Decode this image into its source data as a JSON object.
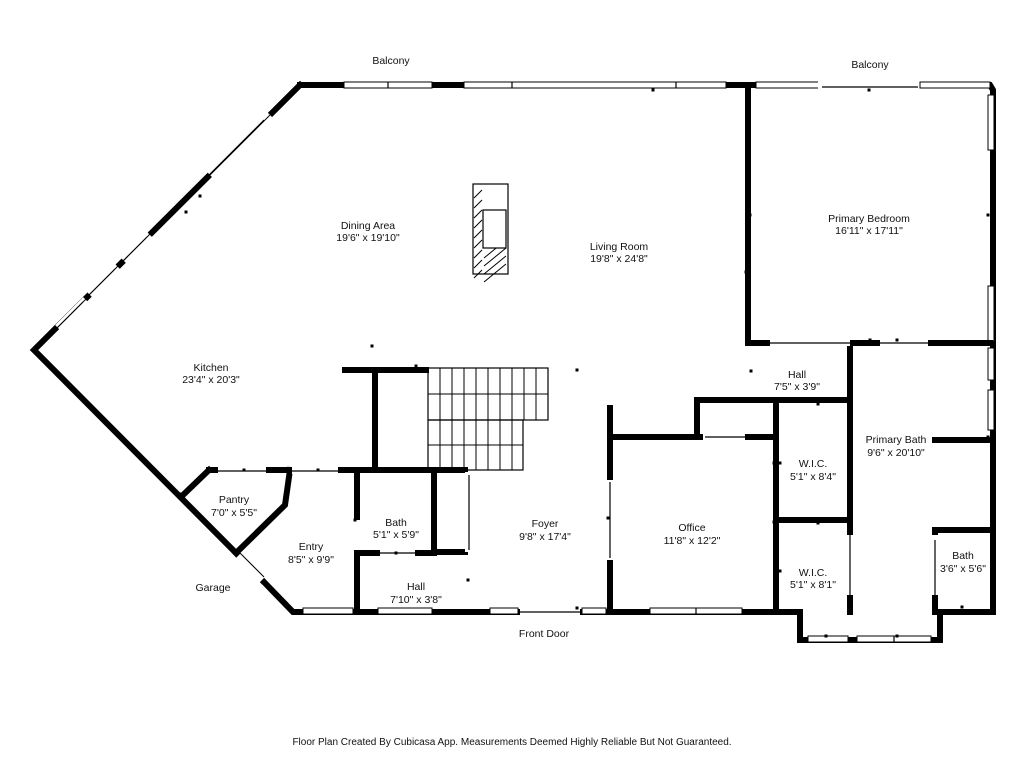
{
  "rooms": [
    {
      "id": "dining-area",
      "name": "Dining Area",
      "size": "19'6\" x 19'10\""
    },
    {
      "id": "living-room",
      "name": "Living Room",
      "size": "19'8\" x 24'8\""
    },
    {
      "id": "primary-bedroom",
      "name": "Primary Bedroom",
      "size": "16'11\" x 17'11\""
    },
    {
      "id": "kitchen",
      "name": "Kitchen",
      "size": "23'4\" x 20'3\""
    },
    {
      "id": "hall-upper",
      "name": "Hall",
      "size": "7'5\" x 3'9\""
    },
    {
      "id": "primary-bath",
      "name": "Primary Bath",
      "size": "9'6\" x 20'10\""
    },
    {
      "id": "wic-1",
      "name": "W.I.C.",
      "size": "5'1\" x 8'4\""
    },
    {
      "id": "pantry",
      "name": "Pantry",
      "size": "7'0\" x 5'5\""
    },
    {
      "id": "bath-1",
      "name": "Bath",
      "size": "5'1\" x 5'9\""
    },
    {
      "id": "foyer",
      "name": "Foyer",
      "size": "9'8\" x 17'4\""
    },
    {
      "id": "office",
      "name": "Office",
      "size": "11'8\" x 12'2\""
    },
    {
      "id": "entry",
      "name": "Entry",
      "size": "8'5\" x 9'9\""
    },
    {
      "id": "wic-2",
      "name": "W.I.C.",
      "size": "5'1\" x 8'1\""
    },
    {
      "id": "bath-2",
      "name": "Bath",
      "size": "3'6\" x 5'6\""
    },
    {
      "id": "hall-lower",
      "name": "Hall",
      "size": "7'10\" x 3'8\""
    }
  ],
  "labels": {
    "balcony_left": "Balcony",
    "balcony_right": "Balcony",
    "garage": "Garage",
    "front_door": "Front Door"
  },
  "footer": "Floor Plan Created By Cubicasa App. Measurements Deemed Highly Reliable But Not Guaranteed."
}
